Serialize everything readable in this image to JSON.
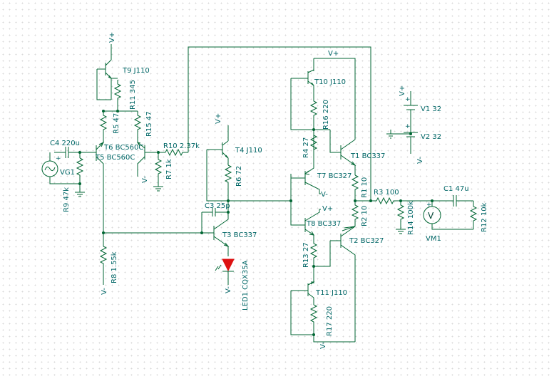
{
  "colors": {
    "wire": "#006633",
    "label": "#006666",
    "led": "#dd1111",
    "grid": "#d9d9d9",
    "background": "#ffffff"
  },
  "supplies": {
    "vplus": "V+",
    "vminus": "V-",
    "plus": "+"
  },
  "components": {
    "t9": "T9 J110",
    "r11": "R11 345",
    "r5": "R5 47",
    "r15": "R15 47",
    "c4": "C4 220u",
    "t6": "T6 BC560C",
    "t5": "T5 BC560C",
    "vg1": "VG1",
    "r9": "R9 47k",
    "r10": "R10 2.37k",
    "r7": "R7 1k",
    "r8": "R8 1.55k",
    "t4": "T4 J110",
    "r6": "R6 72",
    "c3": "C3 25p",
    "t3": "T3 BC337",
    "led1": "LED1 CQX35A",
    "t10": "T10 J110",
    "r16": "R16 220",
    "r4": "R4 27",
    "t7": "T7 BC327",
    "t8": "T8 BC337",
    "r13": "R13 27",
    "t11": "T11 J110",
    "r17": "R17 220",
    "t1": "T1 BC337",
    "t2": "T2 BC327",
    "r1": "R1 10",
    "r2": "R2 10",
    "r3": "R3 100",
    "r14": "R14 100k",
    "c1": "C1 47u",
    "r12": "R12 10k",
    "vm1": "VM1",
    "vm1_symbol": "V",
    "v1": "V1 32",
    "v2": "V2 32"
  }
}
